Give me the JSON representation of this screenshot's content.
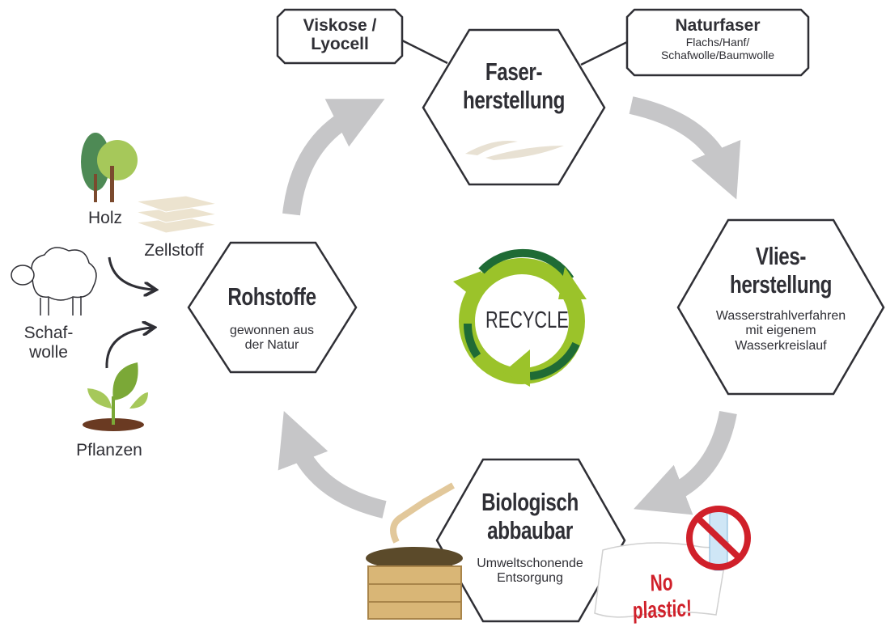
{
  "hexagons": {
    "faser": {
      "title_l1": "Faser-",
      "title_l2": "herstellung"
    },
    "vlies": {
      "title_l1": "Vlies-",
      "title_l2": "herstellung",
      "sub_l1": "Wasserstrahlverfahren",
      "sub_l2": "mit eigenem",
      "sub_l3": "Wasserkreislauf"
    },
    "rohstoffe": {
      "title": "Rohstoffe",
      "sub_l1": "gewonnen aus",
      "sub_l2": "der Natur"
    },
    "bio": {
      "title_l1": "Biologisch",
      "title_l2": "abbaubar",
      "sub_l1": "Umweltschonende",
      "sub_l2": "Entsorgung"
    }
  },
  "boxes": {
    "viskose": {
      "l1": "Viskose /",
      "l2": "Lyocell"
    },
    "naturfaser": {
      "title": "Naturfaser",
      "l1": "Flachs/Hanf/",
      "l2": "Schafwolle/Baumwolle"
    }
  },
  "sources": {
    "holz": "Holz",
    "zellstoff": "Zellstoff",
    "schaf_l1": "Schaf-",
    "schaf_l2": "wolle",
    "pflanzen": "Pflanzen"
  },
  "recycle": {
    "label": "RECYCLE"
  },
  "no_plastic": "No plastic!",
  "colors": {
    "arrow": "#c6c6c8",
    "light_green": "#9bc32a",
    "dark_green": "#1f6b35",
    "text": "#2f2f35",
    "red": "#d0202a"
  }
}
